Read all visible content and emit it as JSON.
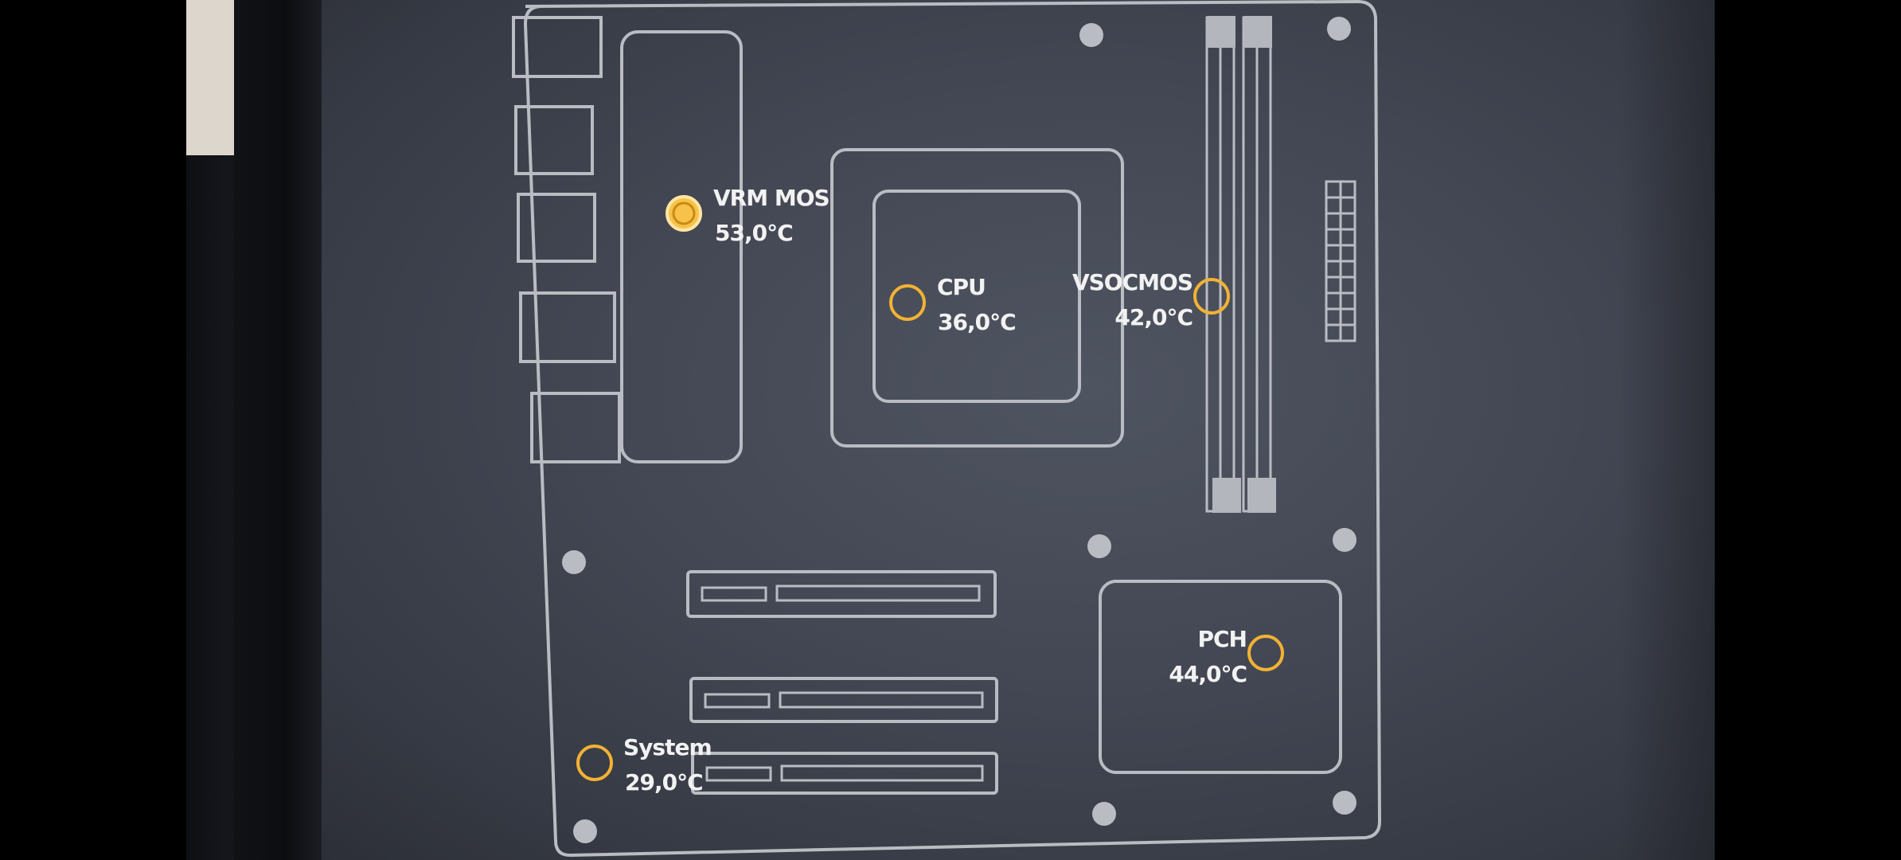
{
  "sensors": [
    {
      "id": "vrm",
      "label": "VRM MOS",
      "value": "53,0°C",
      "active": true
    },
    {
      "id": "cpu",
      "label": "CPU",
      "value": "36,0°C",
      "active": false
    },
    {
      "id": "vsoc",
      "label": "VSOCMOS",
      "value": "42,0°C",
      "active": false
    },
    {
      "id": "pch",
      "label": "PCH",
      "value": "44,0°C",
      "active": false
    },
    {
      "id": "system",
      "label": "System",
      "value": "29,0°C",
      "active": false
    }
  ],
  "colors": {
    "outline": "#b9bcc2",
    "sensor_ring": "#f2b233",
    "sensor_active": "#f6c24b",
    "text": "#f2f2f2",
    "screen": "#434753"
  },
  "icons": {
    "sensor": "sensor-ring-icon"
  }
}
